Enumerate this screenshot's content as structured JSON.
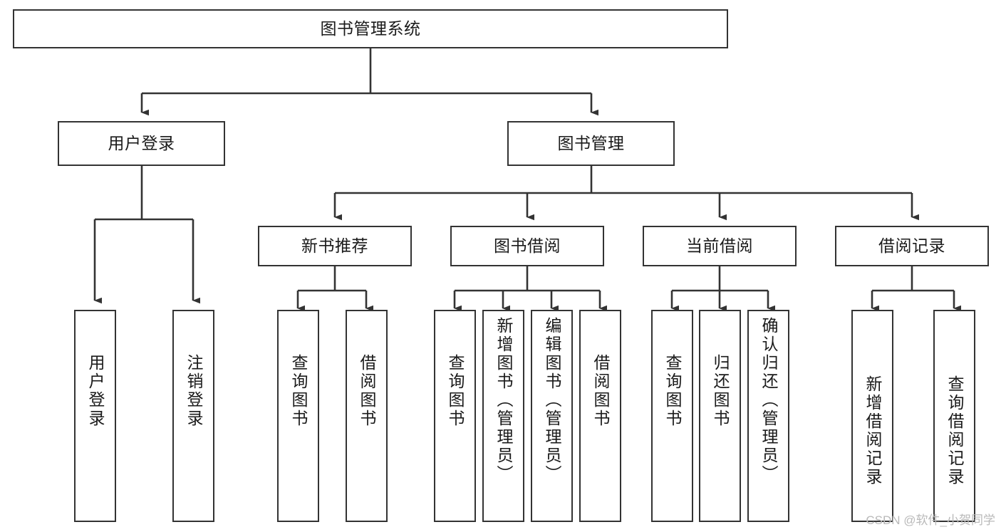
{
  "diagram": {
    "title": "图书管理系统",
    "type": "hierarchy-tree",
    "watermark": "CSDN @软件_小贺同学",
    "colors": {
      "box_border": "#333333",
      "box_fill": "#ffffff",
      "connector": "#333333",
      "text": "#1a1a1a",
      "watermark": "#b9b9b9"
    },
    "levels": {
      "root": {
        "label": "图书管理系统"
      },
      "level2": [
        {
          "label": "用户登录"
        },
        {
          "label": "图书管理"
        }
      ],
      "level3": [
        {
          "label": "新书推荐"
        },
        {
          "label": "图书借阅"
        },
        {
          "label": "当前借阅"
        },
        {
          "label": "借阅记录"
        }
      ],
      "leaves": {
        "user_login": [
          {
            "label": "用户登录"
          },
          {
            "label": "注销登录"
          }
        ],
        "new_book_recommend": [
          {
            "label": "查询图书"
          },
          {
            "label": "借阅图书"
          }
        ],
        "book_borrow": [
          {
            "label": "查询图书"
          },
          {
            "label": "新增图书（管理员）"
          },
          {
            "label": "编辑图书（管理员）"
          },
          {
            "label": "借阅图书"
          }
        ],
        "current_borrow": [
          {
            "label": "查询图书"
          },
          {
            "label": "归还图书"
          },
          {
            "label": "确认归还（管理员）"
          }
        ],
        "borrow_record": [
          {
            "label": "新增借阅记录"
          },
          {
            "label": "查询借阅记录"
          }
        ]
      }
    }
  }
}
